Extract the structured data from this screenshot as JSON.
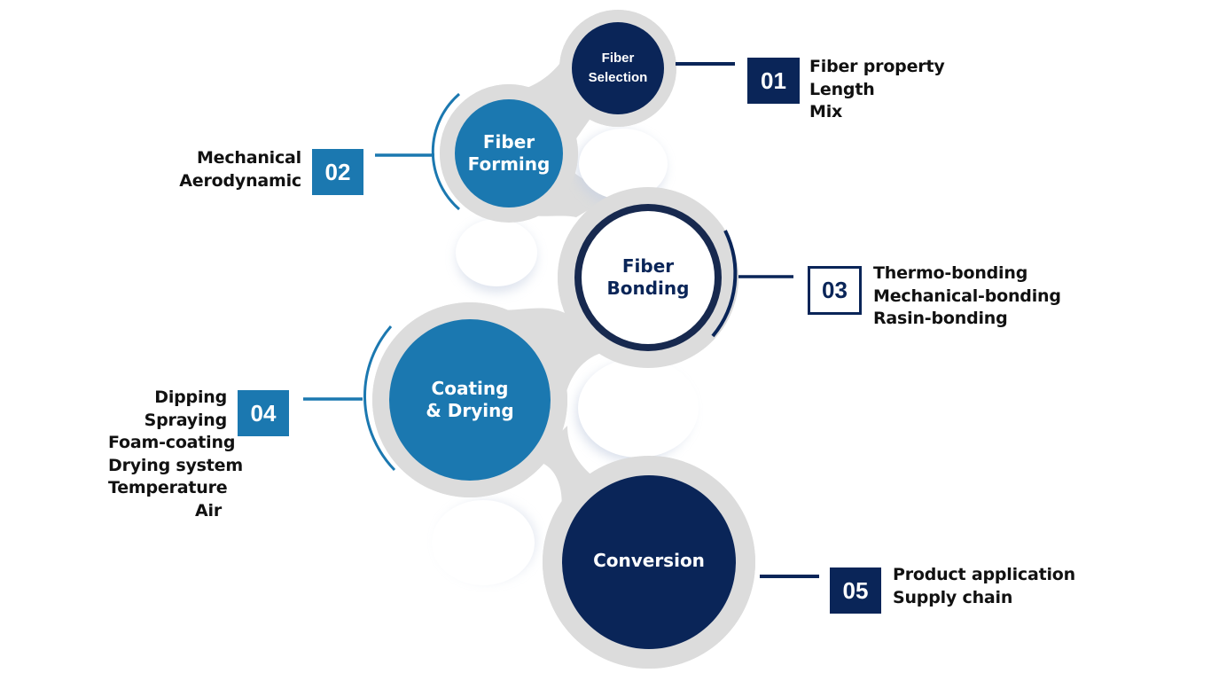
{
  "colors": {
    "navy": "#0a2558",
    "blue": "#1b78b0",
    "bonding_ring": "#17294f",
    "grey_track": "#dcdcdc",
    "text": "#111111",
    "white": "#ffffff"
  },
  "stages": [
    {
      "id": "fiber-selection",
      "number": "01",
      "title_lines": [
        "Fiber",
        "Selection"
      ],
      "style": "navy-filled",
      "details": [
        "Fiber property",
        "Length",
        "Mix"
      ],
      "side": "right"
    },
    {
      "id": "fiber-forming",
      "number": "02",
      "title_lines": [
        "Fiber",
        "Forming"
      ],
      "style": "blue-filled",
      "details": [
        "Mechanical",
        "Aerodynamic"
      ],
      "side": "left"
    },
    {
      "id": "fiber-bonding",
      "number": "03",
      "title_lines": [
        "Fiber",
        "Bonding"
      ],
      "style": "navy-outline",
      "details": [
        "Thermo-bonding",
        "Mechanical-bonding",
        "Rasin-bonding"
      ],
      "side": "right"
    },
    {
      "id": "coating-drying",
      "number": "04",
      "title_lines": [
        "Coating",
        "& Drying"
      ],
      "style": "blue-filled",
      "details": [
        "Dipping",
        "Spraying",
        "Foam-coating",
        "Drying system",
        "Temperature",
        "Air"
      ],
      "side": "left"
    },
    {
      "id": "conversion",
      "number": "05",
      "title_lines": [
        "Conversion"
      ],
      "style": "navy-filled",
      "details": [
        "Product application",
        "Supply chain"
      ],
      "side": "right"
    }
  ]
}
